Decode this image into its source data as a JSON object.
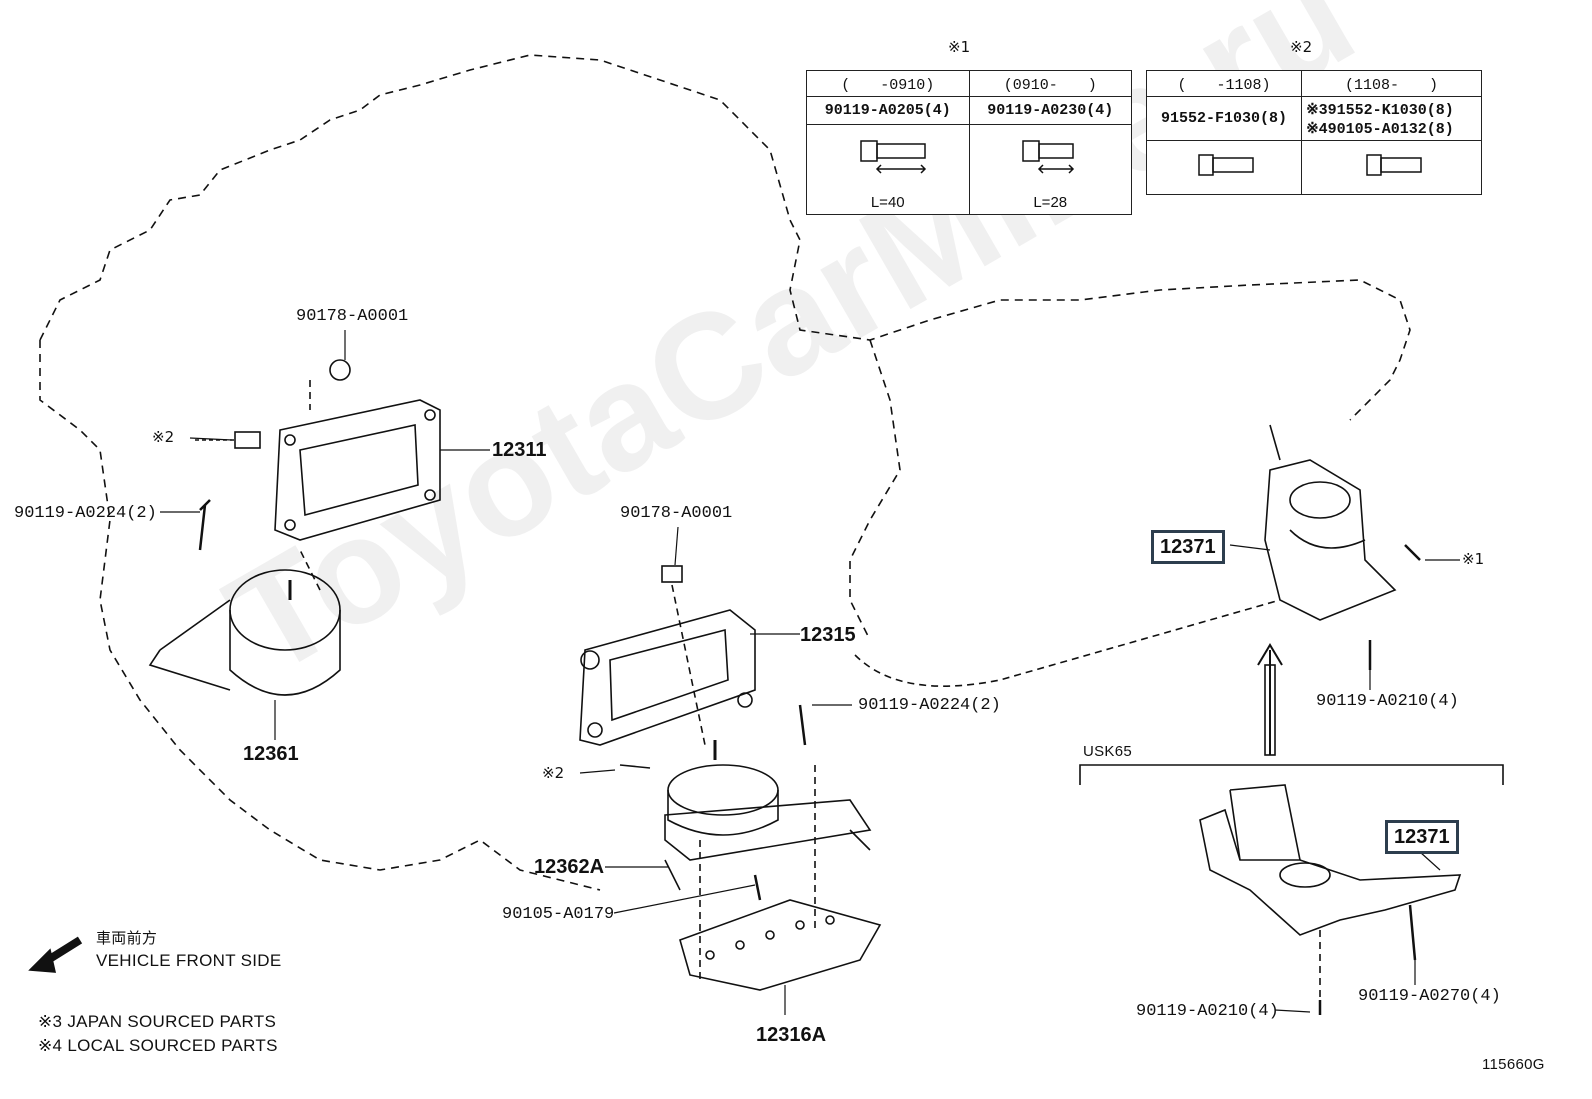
{
  "notes": {
    "n1": "※1",
    "n2": "※2"
  },
  "table1": {
    "headers": [
      "(　　-0910)",
      "(0910-　　)"
    ],
    "parts": [
      "90119-A0205(4)",
      "90119-A0230(4)"
    ],
    "lengths": [
      "L=40",
      "L=28"
    ]
  },
  "table2": {
    "headers": [
      "(　　-1108)",
      "(1108-　　)"
    ],
    "parts": [
      "91552-F1030(8)",
      "※391552-K1030(8)",
      "※490105-A0132(8)"
    ]
  },
  "labels": {
    "p90178_a": "90178-A0001",
    "mark2_a": "※2",
    "p12311": "12311",
    "p90119_a0224_left": "90119-A0224(2)",
    "p12361": "12361",
    "p90178_b": "90178-A0001",
    "p12315": "12315",
    "p90119_a0224_mid": "90119-A0224(2)",
    "mark2_b": "※2",
    "p12362a": "12362A",
    "p90105": "90105-A0179",
    "p12316a": "12316A",
    "p12371_top": "12371",
    "mark1": "※1",
    "p90119_a0210_top": "90119-A0210(4)",
    "usk65": "USK65",
    "p12371_bottom": "12371",
    "p90119_a0210_bottom": "90119-A0210(4)",
    "p90119_a0270": "90119-A0270(4)"
  },
  "legend": {
    "front_jp": "車両前方",
    "front_en": "VEHICLE FRONT SIDE",
    "note3": "※3 JAPAN SOURCED PARTS",
    "note4": "※4 LOCAL SOURCED PARTS"
  },
  "figure_id": "115660G",
  "watermark": "ToyotaCarMine.ru"
}
